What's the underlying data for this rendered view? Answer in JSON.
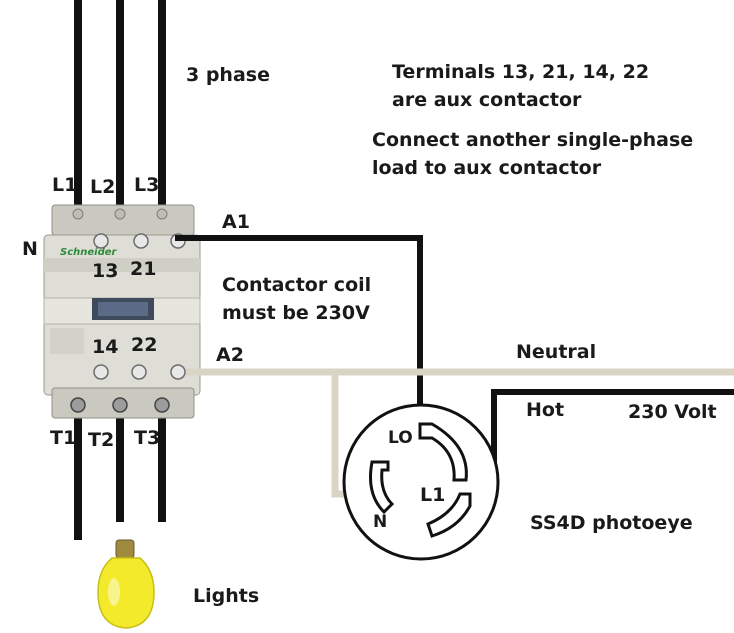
{
  "header": {
    "phase_label": "3 phase"
  },
  "notes": {
    "aux_terminals_line1": "Terminals 13, 21, 14, 22",
    "aux_terminals_line2": "are aux contactor",
    "connect_line1": "Connect another single-phase",
    "connect_line2": "load to aux contactor",
    "coil_line1": "Contactor coil",
    "coil_line2": "must be 230V"
  },
  "contactor": {
    "brand": "Schneider",
    "line_terminals": [
      "L1",
      "L2",
      "L3"
    ],
    "load_terminals": [
      "T1",
      "T2",
      "T3"
    ],
    "neutral_label": "N",
    "coil_a1": "A1",
    "coil_a2": "A2",
    "aux_top": [
      "13",
      "21"
    ],
    "aux_bottom": [
      "14",
      "22"
    ]
  },
  "wires": {
    "neutral": "Neutral",
    "hot": "Hot",
    "voltage": "230 Volt"
  },
  "photoeye": {
    "lo": "LO",
    "l1": "L1",
    "n": "N",
    "name": "SS4D photoeye"
  },
  "load": {
    "label": "Lights"
  },
  "colors": {
    "wire_black": "#111111",
    "wire_neutral": "#d9d4c4",
    "contactor_body": "#ddddd4",
    "bulb": "#f2ea2a"
  }
}
